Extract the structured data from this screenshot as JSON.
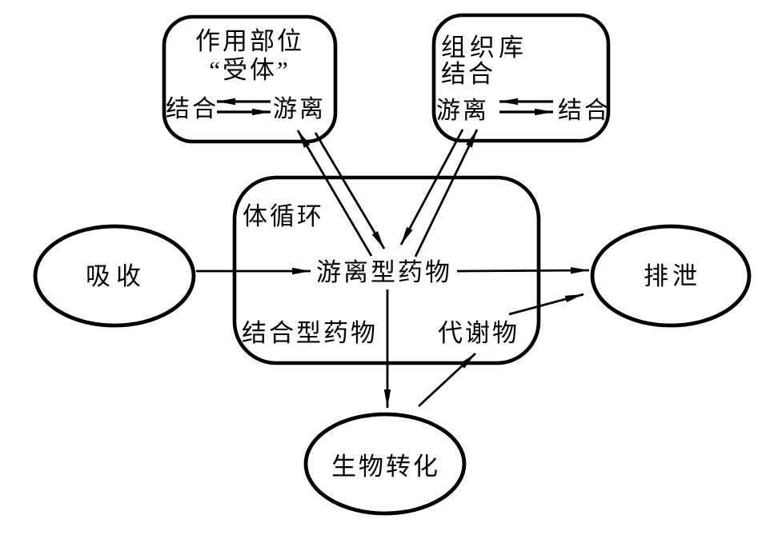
{
  "colors": {
    "ink": "#000000",
    "background": "#ffffff"
  },
  "nodes": {
    "action_site": {
      "title": "作用部位",
      "subtitle": "“受体”",
      "bound_label": "结合",
      "free_label": "游离"
    },
    "tissue_reservoir": {
      "title": "组织库",
      "subtitle": "结合",
      "free_label": "游离",
      "bound_label": "结合"
    },
    "systemic_circulation": {
      "title": "体循环",
      "free_drug": "游离型药物",
      "bound_drug": "结合型药物",
      "metabolites": "代谢物"
    },
    "absorption": {
      "label": "吸收"
    },
    "excretion": {
      "label": "排泄"
    },
    "biotransformation": {
      "label": "生物转化"
    }
  },
  "edges": [
    "absorption -> free_drug",
    "free_drug -> excretion",
    "free_drug -> biotransformation",
    "biotransformation -> metabolites",
    "metabolites -> excretion",
    "free_drug <-> action_site",
    "free_drug <-> tissue_reservoir",
    "bound <-> free (action_site)",
    "free <-> bound (tissue_reservoir)"
  ]
}
